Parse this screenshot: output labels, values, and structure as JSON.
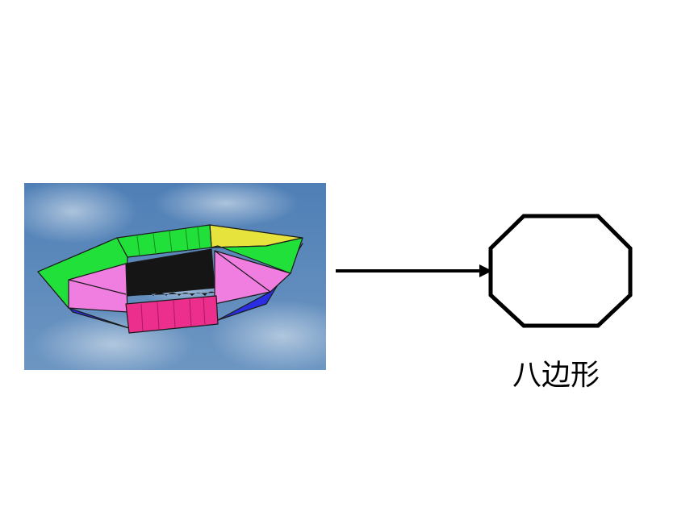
{
  "diagram": {
    "source_image": "kite-photo",
    "target_shape": "octagon",
    "shape_label": "八边形"
  },
  "colors": {
    "sky": "#5f88b8",
    "kite_yellow": "#e6e33c",
    "kite_green": "#22e03a",
    "kite_pink": "#f07de0",
    "kite_magenta": "#ec2f8c",
    "kite_blue": "#2a2ee0",
    "kite_black": "#151515",
    "outline": "#000000"
  }
}
